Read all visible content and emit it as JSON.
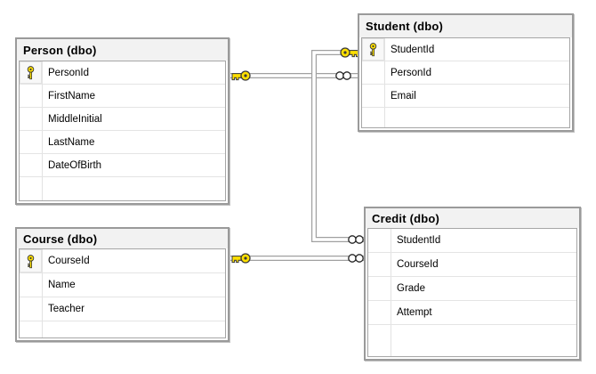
{
  "diagram": {
    "tables": [
      {
        "title": "Person (dbo)",
        "columns": [
          {
            "name": "PersonId",
            "pk": true
          },
          {
            "name": "FirstName",
            "pk": false
          },
          {
            "name": "MiddleInitial",
            "pk": false
          },
          {
            "name": "LastName",
            "pk": false
          },
          {
            "name": "DateOfBirth",
            "pk": false
          }
        ]
      },
      {
        "title": "Student (dbo)",
        "columns": [
          {
            "name": "StudentId",
            "pk": true
          },
          {
            "name": "PersonId",
            "pk": false
          },
          {
            "name": "Email",
            "pk": false
          }
        ]
      },
      {
        "title": "Course (dbo)",
        "columns": [
          {
            "name": "CourseId",
            "pk": true
          },
          {
            "name": "Name",
            "pk": false
          },
          {
            "name": "Teacher",
            "pk": false
          }
        ]
      },
      {
        "title": "Credit (dbo)",
        "columns": [
          {
            "name": "StudentId",
            "pk": false
          },
          {
            "name": "CourseId",
            "pk": false
          },
          {
            "name": "Grade",
            "pk": false
          },
          {
            "name": "Attempt",
            "pk": false
          }
        ]
      }
    ],
    "relationships": [
      {
        "from_table": "Person",
        "from_column": "PersonId",
        "to_table": "Student",
        "to_column": "PersonId",
        "cardinality": "one-to-many"
      },
      {
        "from_table": "Student",
        "from_column": "StudentId",
        "to_table": "Credit",
        "to_column": "StudentId",
        "cardinality": "one-to-many"
      },
      {
        "from_table": "Course",
        "from_column": "CourseId",
        "to_table": "Credit",
        "to_column": "CourseId",
        "cardinality": "one-to-many"
      }
    ],
    "colors": {
      "background": "#ffffff",
      "table_header_bg": "#f2f2f2",
      "table_border": "#9a9a9a",
      "connector_gray": "#a0a0a0",
      "key_yellow": "#ffe000",
      "text": "#000000"
    }
  }
}
